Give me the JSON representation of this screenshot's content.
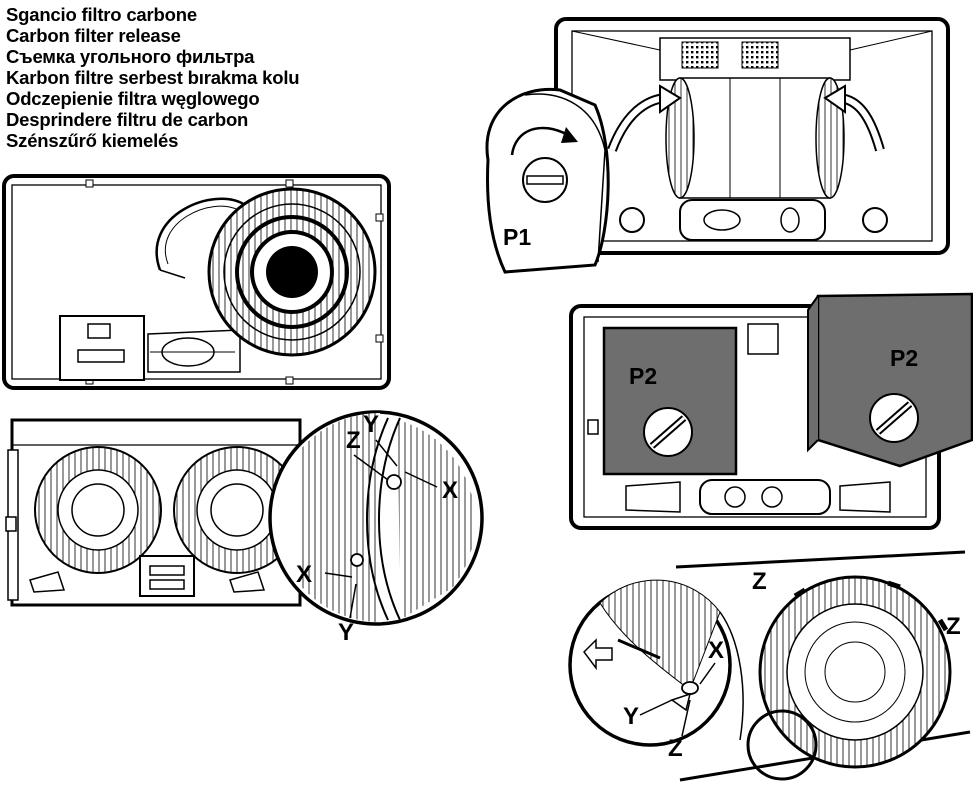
{
  "captions": [
    "Sgancio filtro carbone",
    "Carbon filter release",
    "Съемка угольного фильтра",
    "Karbon filtre serbest bırakma kolu",
    "Odczepienie filtra węglowego",
    "Desprindere filtru de carbon",
    "Szénszűrő kiemelés"
  ],
  "figures": {
    "hood_front": {
      "label_z": "Z",
      "label_y_top": "Y",
      "label_x_top": "X",
      "label_x_bottom": "X",
      "label_y_bottom": "Y"
    },
    "hood_p1": {
      "label_p1": "P1"
    },
    "hood_p2": {
      "label_p2_left": "P2",
      "label_p2_right": "P2"
    },
    "filter_side": {
      "label_z_top": "Z",
      "label_z_right": "Z",
      "label_x": "X",
      "label_y": "Y",
      "label_z_bottom": "Z"
    }
  },
  "colors": {
    "ink": "#000000",
    "filter_panel": "#6e6e6e",
    "background": "#ffffff"
  }
}
